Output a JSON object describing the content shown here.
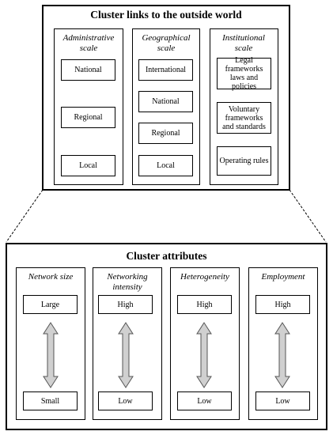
{
  "top": {
    "title": "Cluster links to the outside world",
    "columns": [
      {
        "heading": "Administrative scale",
        "items": [
          "National",
          "Regional",
          "Local"
        ]
      },
      {
        "heading": "Geographical scale",
        "items": [
          "International",
          "National",
          "Regional",
          "Local"
        ]
      },
      {
        "heading": "Institutional scale",
        "items": [
          "Legal frameworks laws and policies",
          "Voluntary frameworks and standards",
          "Operating rules"
        ]
      }
    ]
  },
  "bottom": {
    "title": "Cluster attributes",
    "columns": [
      {
        "heading": "Network size",
        "high": "Large",
        "low": "Small"
      },
      {
        "heading": "Networking intensity",
        "high": "High",
        "low": "Low"
      },
      {
        "heading": "Heterogeneity",
        "high": "High",
        "low": "Low"
      },
      {
        "heading": "Employment",
        "high": "High",
        "low": "Low"
      }
    ]
  }
}
